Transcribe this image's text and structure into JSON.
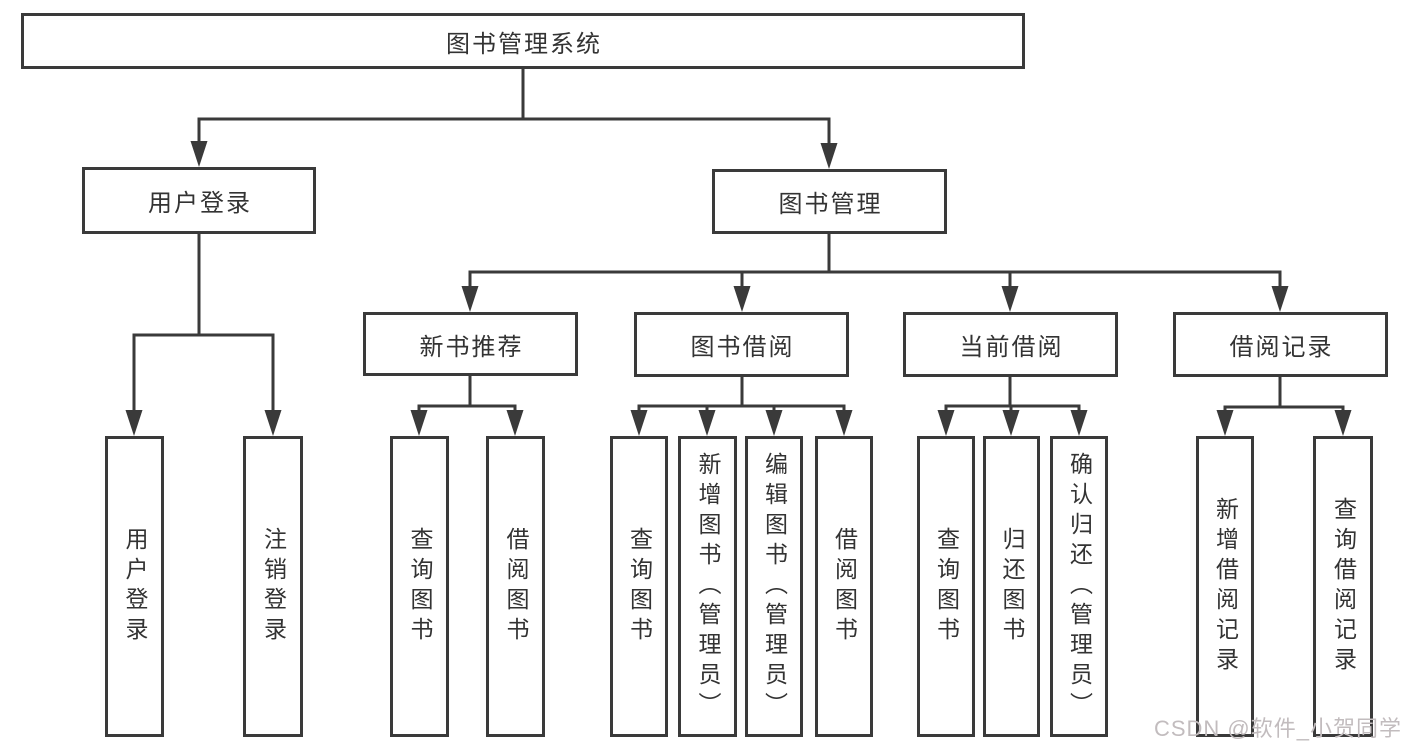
{
  "tree": {
    "label": "图书管理系统",
    "children": [
      {
        "label": "用户登录",
        "children": [
          {
            "label": "用户登录"
          },
          {
            "label": "注销登录"
          }
        ]
      },
      {
        "label": "图书管理",
        "children": [
          {
            "label": "新书推荐",
            "children": [
              {
                "label": "查询图书"
              },
              {
                "label": "借阅图书"
              }
            ]
          },
          {
            "label": "图书借阅",
            "children": [
              {
                "label": "查询图书"
              },
              {
                "label": "新增图书（管理员）"
              },
              {
                "label": "编辑图书（管理员）"
              },
              {
                "label": "借阅图书"
              }
            ]
          },
          {
            "label": "当前借阅",
            "children": [
              {
                "label": "查询图书"
              },
              {
                "label": "归还图书"
              },
              {
                "label": "确认归还（管理员）"
              }
            ]
          },
          {
            "label": "借阅记录",
            "children": [
              {
                "label": "新增借阅记录"
              },
              {
                "label": "查询借阅记录"
              }
            ]
          }
        ]
      }
    ]
  },
  "watermark": {
    "text": "CSDN @软件_小贺同学"
  },
  "colors": {
    "line": "#3a3a3a",
    "box_border": "#3a3a3a",
    "text": "#333333",
    "background": "#ffffff",
    "watermark": "#c2bcbe"
  }
}
